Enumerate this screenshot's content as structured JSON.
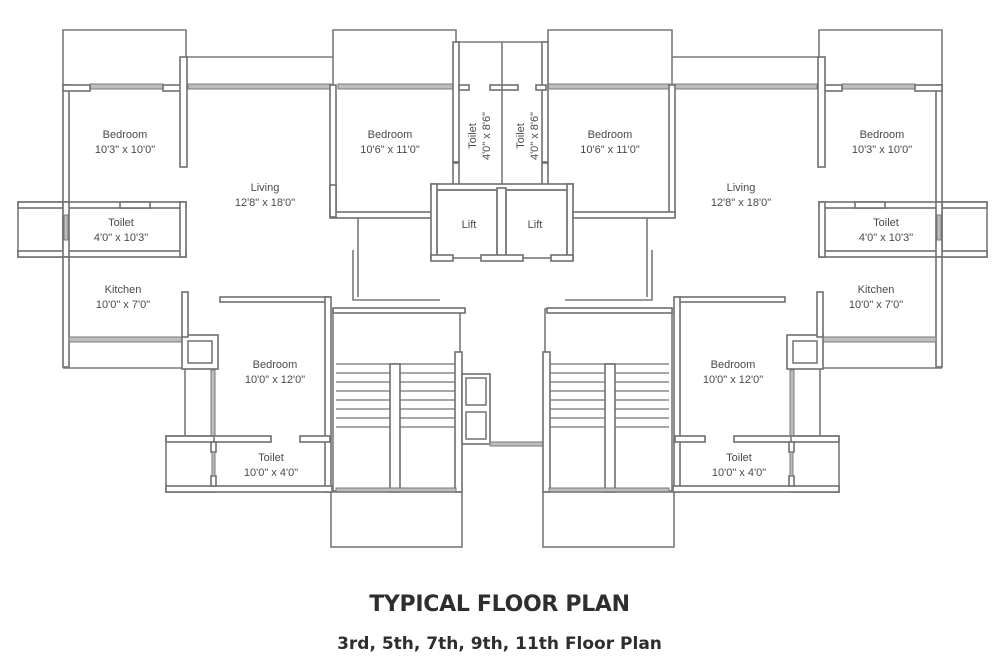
{
  "title": "TYPICAL FLOOR PLAN",
  "subtitle": "3rd, 5th, 7th, 9th, 11th Floor Plan",
  "rooms": {
    "left": {
      "bedroom_top": {
        "name": "Bedroom",
        "size": "10'3\" x 10'0\""
      },
      "living": {
        "name": "Living",
        "size": "12'8\" x 18'0\""
      },
      "toilet_side": {
        "name": "Toilet",
        "size": "4'0\" x 10'3\""
      },
      "kitchen": {
        "name": "Kitchen",
        "size": "10'0\" x 7'0\""
      },
      "bedroom_center": {
        "name": "Bedroom",
        "size": "10'6\" x 11'0\""
      },
      "toilet_center": {
        "name": "Toilet",
        "size": "4'0\" x 8'6\""
      },
      "bedroom_bottom": {
        "name": "Bedroom",
        "size": "10'0\" x 12'0\""
      },
      "toilet_bottom": {
        "name": "Toilet",
        "size": "10'0\" x 4'0\""
      },
      "lift": {
        "name": "Lift"
      }
    },
    "right": {
      "bedroom_top": {
        "name": "Bedroom",
        "size": "10'3\" x 10'0\""
      },
      "living": {
        "name": "Living",
        "size": "12'8\" x 18'0\""
      },
      "toilet_side": {
        "name": "Toilet",
        "size": "4'0\" x 10'3\""
      },
      "kitchen": {
        "name": "Kitchen",
        "size": "10'0\" x 7'0\""
      },
      "bedroom_center": {
        "name": "Bedroom",
        "size": "10'6\" x 11'0\""
      },
      "toilet_center": {
        "name": "Toilet",
        "size": "4'0\" x 8'6\""
      },
      "bedroom_bottom": {
        "name": "Bedroom",
        "size": "10'0\" x 12'0\""
      },
      "toilet_bottom": {
        "name": "Toilet",
        "size": "10'0\" x 4'0\""
      },
      "lift": {
        "name": "Lift"
      }
    }
  }
}
